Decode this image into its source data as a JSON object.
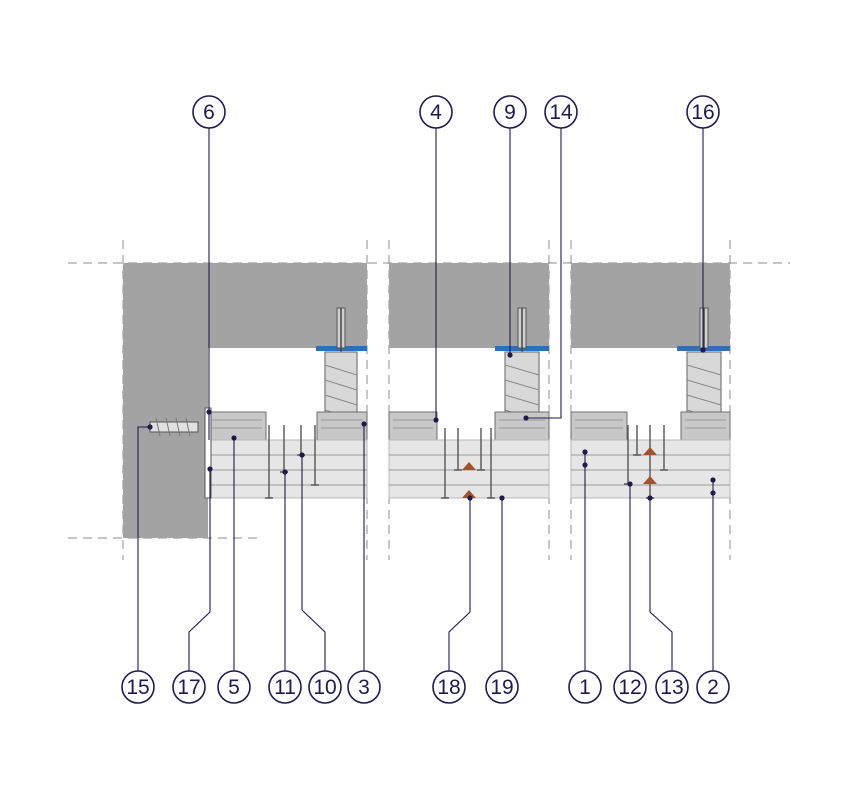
{
  "callouts_top": [
    "6",
    "4",
    "9",
    "14",
    "16"
  ],
  "callouts_bottom": [
    "15",
    "17",
    "5",
    "11",
    "10",
    "3",
    "18",
    "19",
    "1",
    "12",
    "13",
    "2"
  ],
  "colors": {
    "ink": "#1e1b4b",
    "concrete": "#a3a3a3",
    "board": "#e6e6e6",
    "sealing_tape": "#2e6fb5",
    "intumescent": "#a0522d"
  }
}
